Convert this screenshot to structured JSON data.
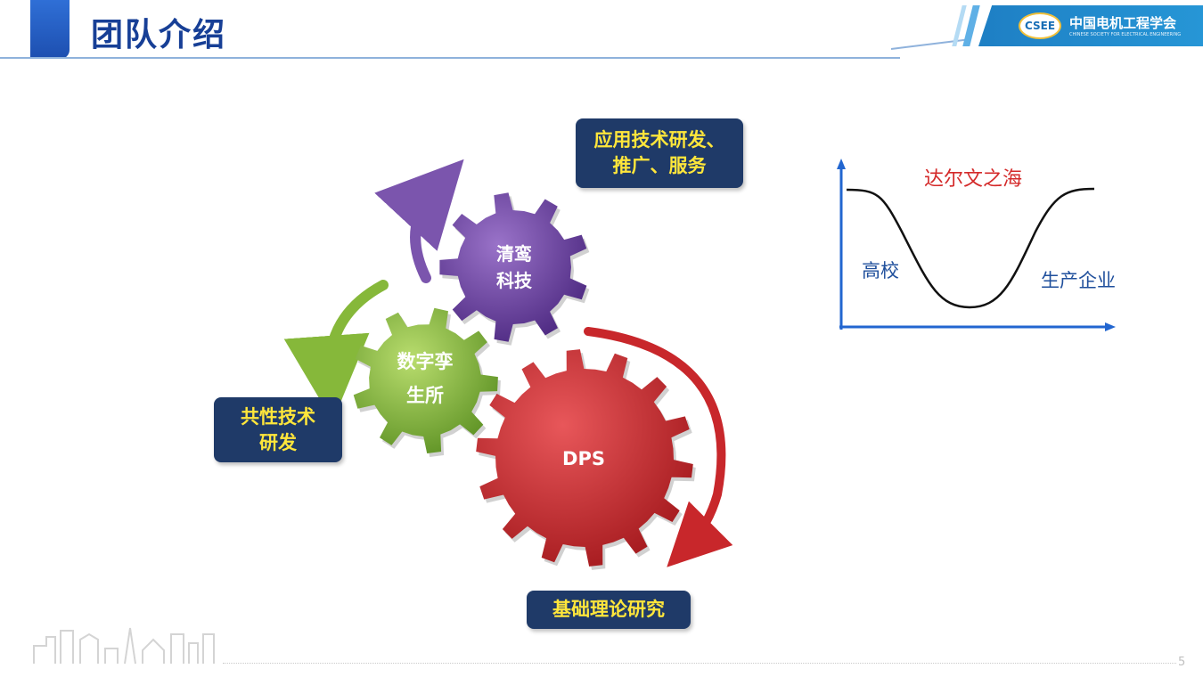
{
  "header": {
    "title": "团队介绍",
    "org_name": "中国电机工程学会",
    "org_name_en": "CHINESE SOCIETY FOR ELECTRICAL ENGINEERING",
    "logo_text": "CSEE"
  },
  "gears": {
    "top": {
      "line1": "清鸾",
      "line2": "科技",
      "color": "#6a3f9e"
    },
    "middle": {
      "line1": "数字孪",
      "line2": "生所",
      "color": "#86b83a"
    },
    "bottom": {
      "label": "DPS",
      "color": "#c8272b"
    }
  },
  "labels": {
    "top": {
      "line1": "应用技术研发、",
      "line2": "推广、服务"
    },
    "left": {
      "line1": "共性技术",
      "line2": "研发"
    },
    "bottom": "基础理论研究"
  },
  "curve_diagram": {
    "top_label": "达尔文之海",
    "left_label": "高校",
    "right_label": "生产企业",
    "top_label_color": "#d42a2a",
    "side_label_color": "#1f4f9c",
    "axis_color": "#2266d0"
  },
  "footer": {
    "page_number": "5"
  },
  "colors": {
    "title": "#173f96",
    "label_bg": "#1f3a68",
    "label_text": "#ffe63b",
    "brand_blue": "#1e7fc4"
  }
}
